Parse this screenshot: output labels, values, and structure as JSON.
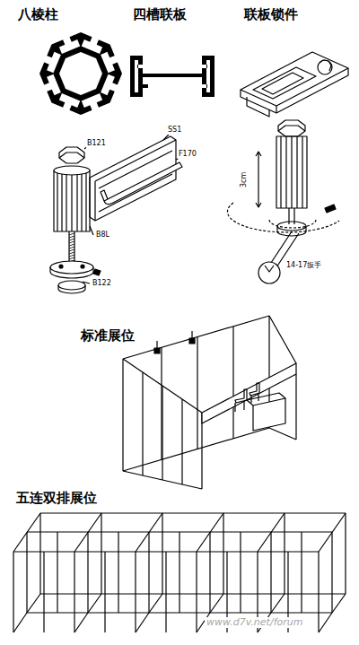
{
  "diagram": {
    "labels": [
      "八棱柱",
      "四槽联板",
      "联板锁件",
      "B121",
      "SS1",
      "F170",
      "B8L",
      "B122",
      "3cm",
      "14-17扳手",
      "标准展位",
      "五连双排展位",
      "www.d7v.net/forum"
    ]
  }
}
